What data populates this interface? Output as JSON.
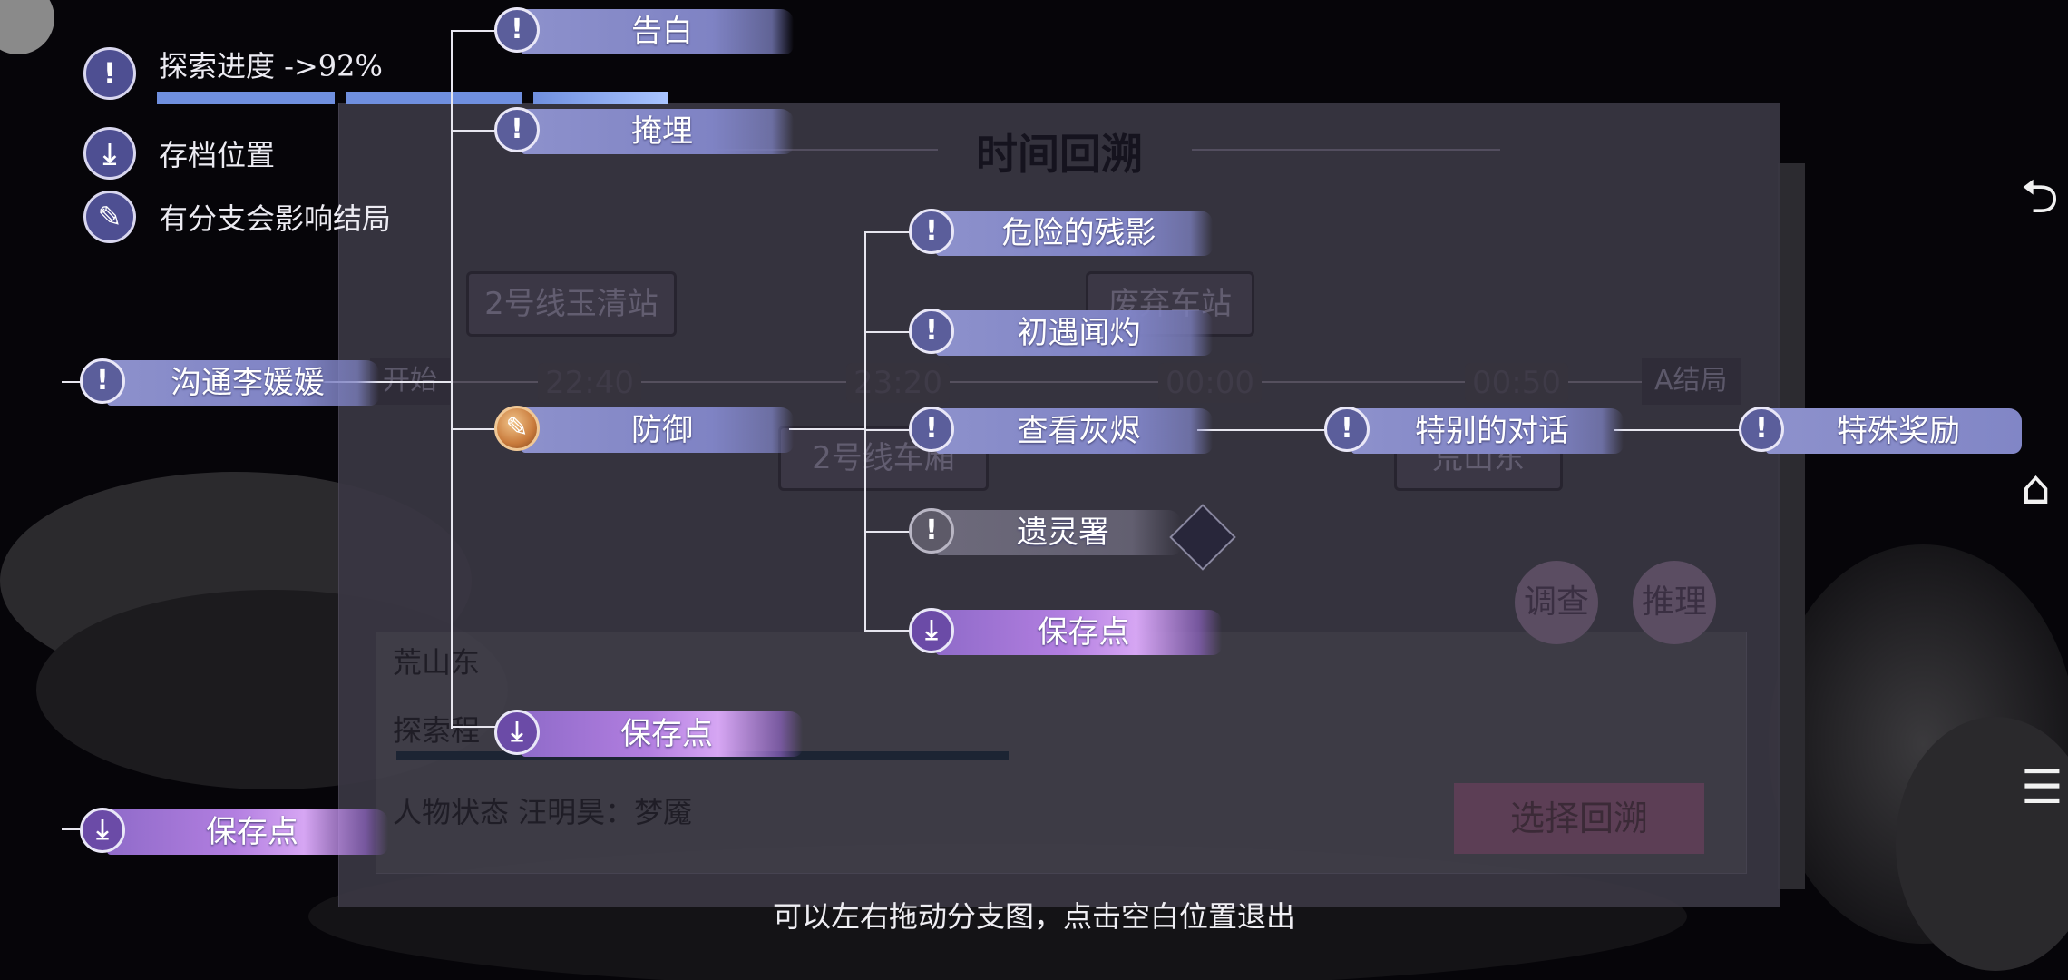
{
  "legend": {
    "progress_label": "探索进度 ->92%",
    "progress_value": 0.92,
    "save_label": "存档位置",
    "branch_label": "有分支会影响结局"
  },
  "dialog": {
    "title": "时间回溯",
    "stations": [
      "2号线玉清站",
      "废弃车站",
      "2号线车厢",
      "荒山东"
    ],
    "times": [
      "22:40",
      "23:20",
      "00:00",
      "00:50"
    ],
    "start_label": "开始",
    "end_label": "A结局",
    "panel_location": "荒山东",
    "panel_progress_label": "探索程",
    "panel_status": "人物状态  汪明昊：梦魇",
    "investigate": "调查",
    "reason": "推理",
    "select_back": "选择回溯"
  },
  "tree": {
    "n_confess": "告白",
    "n_bury": "掩埋",
    "n_communicate": "沟通李媛媛",
    "n_defend": "防御",
    "n_save_left": "保存点",
    "n_save_bottom": "保存点",
    "n_danger": "危险的残影",
    "n_first_meet": "初遇闻灼",
    "n_check_ash": "查看灰烬",
    "n_spirit": "遗灵署",
    "n_save_mid": "保存点",
    "n_special_talk": "特别的对话",
    "n_special_reward": "特殊奖励"
  },
  "hint": "可以左右拖动分支图，点击空白位置退出",
  "icons": {
    "info": "exclamation-icon",
    "save": "save-folder-icon",
    "branch": "branch-impact-icon",
    "touch": "touch-hand-icon",
    "nav_back": "back-icon",
    "nav_home": "home-icon",
    "nav_menu": "menu-icon"
  },
  "colors": {
    "node_blue": "#8d91cc",
    "node_save": "#b27ee0",
    "progress": "#6f8fde"
  }
}
